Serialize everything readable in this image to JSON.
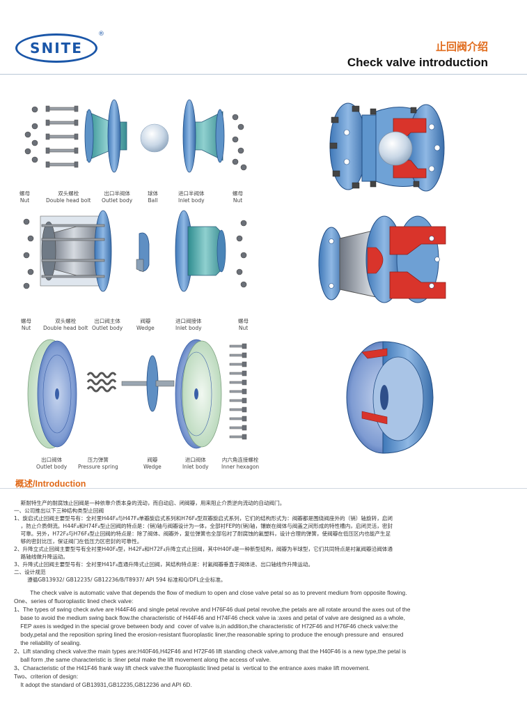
{
  "header": {
    "brand": "SNITE",
    "registered": "®",
    "title_cn": "止回阀介绍",
    "title_en": "Check valve introduction"
  },
  "parts": {
    "row1": [
      {
        "cn": "螺母",
        "en": "Nut"
      },
      {
        "cn": "双头螺栓",
        "en": "Double head bolt"
      },
      {
        "cn": "出口半阀体",
        "en": "Outlet body"
      },
      {
        "cn": "球体",
        "en": "Ball"
      },
      {
        "cn": "进口半阀体",
        "en": "Inlet body"
      },
      {
        "cn": "螺母",
        "en": "Nut"
      }
    ],
    "row2": [
      {
        "cn": "螺母",
        "en": "Nut"
      },
      {
        "cn": "双头螺栓",
        "en": "Double head bolt"
      },
      {
        "cn": "出口阀主体",
        "en": "Outlet body"
      },
      {
        "cn": "阀瓣",
        "en": "Wedge"
      },
      {
        "cn": "进口阀接体",
        "en": "Inlet body"
      },
      {
        "cn": "螺母",
        "en": "Nut"
      }
    ],
    "row3": [
      {
        "cn": "出口阀体",
        "en": "Outlet body"
      },
      {
        "cn": "压力弹簧",
        "en": "Pressure spring"
      },
      {
        "cn": "阀瓣",
        "en": "Wedge"
      },
      {
        "cn": "进口阀体",
        "en": "Inlet body"
      },
      {
        "cn": "内六角连接螺栓",
        "en": "Inner hexagon"
      }
    ]
  },
  "intro": {
    "heading": "概述/Introduction",
    "cn_lines": [
      "    斯耐特生产的耐腐蚀止回阀是一种依靠介质本身的流动，而自动启、闭阀瓣，用来阻止介质逆向流动的自动阀门。",
      "一、公司推出以下三种结构类型止回阀",
      "1、旋启式止回阀主要型号有：全衬里H44F₄与H47F₄单瓣旋启式系列和H76F₄型双瓣旋启式系列，它们的结构形式为：阀瓣都是围绕阀座外的（销）轴旋转，启闭",
      "    ，防止介质倒流。H44F₄和H74F₄型止回阀的特点是：(销)轴与阀瓣设计为一体，全部衬FEP的(销)轴，镶嵌在阀体与阀盖之间形成的特性槽内，启闭灵活，密封",
      "    可靠。另外，H72F₄与H76F₄型止回阀的特点是：除了阀体、阀瓣外，复位弹簧也全部包衬了耐腐蚀的氟塑料，设计合理的弹簧，使阀瓣在低压区内也能产生足",
      "    够的密封比压，保证阀门在低压力区密封的可靠性。",
      "2、升降立式止回阀主要型号有全衬里H40F₄型，H42F₄和H72F₄升降立式止回阀，其中H40F₄是一种新型结构，阀瓣为半球型，它们共同特点是衬氟阀瓣沿阀体通",
      "    路轴线做升降运动。",
      "3、升降式止回阀主要型号有：全衬里H41F₄直通升降式止回阀，其结构特点是：衬氟阀瓣垂直于阀体进、出口轴线作升降运动。",
      "二、设计规范",
      "        遵循GB13932/ GB12235/ GB12236/B/T8937/ API 594 标准和Q/DFL企业标准。"
    ],
    "en_lines": [
      "          The check valve is automatic valve that depends the flow of medium to open and close valve petal so as to prevent medium from opposite flowing.",
      "One、series of fluoroplastic lined check valve:",
      "1、The types of swing check avlve are H44F46 and single petal revolve and H76F46 dual petal revolve,the petals are all rotate around the axes out of the",
      "    base to avoid the medium swing back flow.the characteristic of H44F46 and H74F46 check valve ia :axes and petal of valve are designed as a whole,",
      "    FEP axes is wedged in the special grove between body and  cover of valve is,in addition,the characteristic of H72F46 and H76F46 check valve:the",
      "    body,petal and the reposition spring lined the erosion-resistant fluoroplastic liner,the reasonable spring to produce the enough pressure and  ensured",
      "    the reliability of sealing.",
      "2、Lift standing check valve:the main types are:H40F46,H42F46 and H72F46 lift standing check valve,among that the H40F46 is a new type,the petal is",
      "    ball form ,the same characteristic is :liner petal make the lift movement along the access of valve.",
      "3、Characteristic of the H41F46 frank way lift check valve:the fluoroplastic lined petal is  vertical to the entrance axes make lift movement.",
      "Two、criterion of design:",
      "    It adopt the standard of GB13931,GB12235,GB12236 and API 6D."
    ]
  },
  "colors": {
    "brand_blue": "#1a56a8",
    "accent_orange": "#e06a1a",
    "body_blue": "#5b8fc9",
    "liner_red": "#d9342b"
  }
}
